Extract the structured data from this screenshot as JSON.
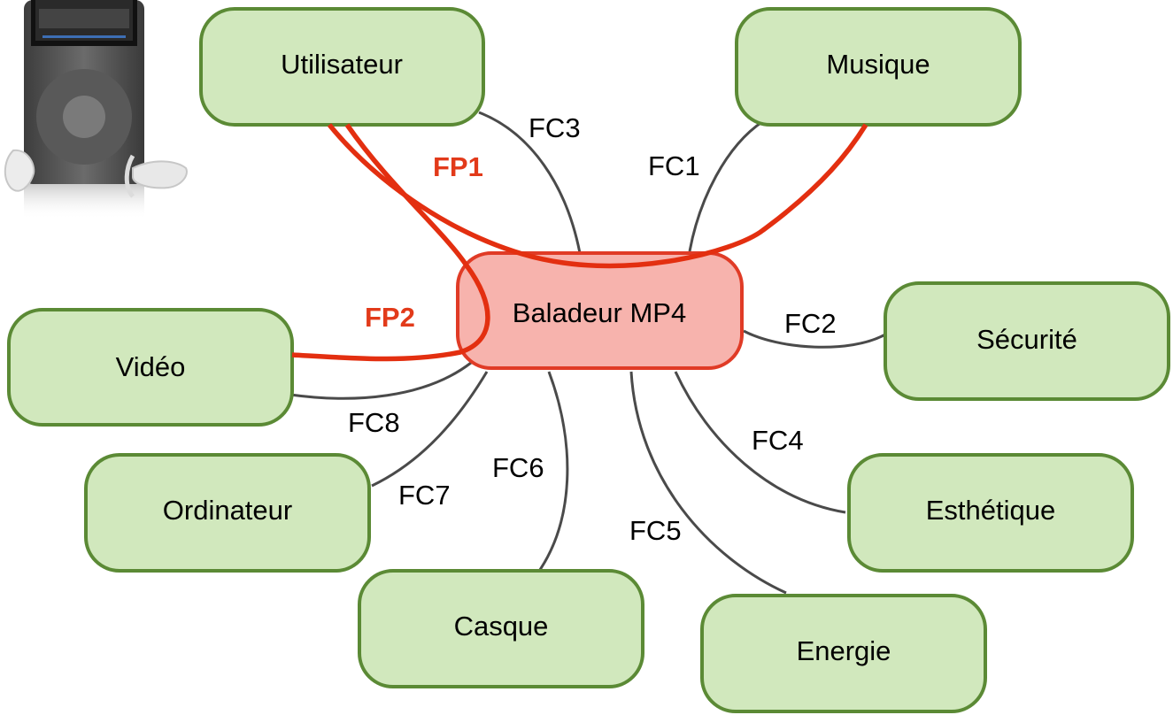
{
  "diagram": {
    "center": "Baladeur MP4",
    "nodes": {
      "utilisateur": "Utilisateur",
      "musique": "Musique",
      "securite": "Sécurité",
      "video": "Vidéo",
      "ordinateur": "Ordinateur",
      "casque": "Casque",
      "energie": "Energie",
      "esthetique": "Esthétique"
    },
    "functions": {
      "fp1": "FP1",
      "fp2": "FP2",
      "fc1": "FC1",
      "fc2": "FC2",
      "fc3": "FC3",
      "fc4": "FC4",
      "fc5": "FC5",
      "fc6": "FC6",
      "fc7": "FC7",
      "fc8": "FC8"
    },
    "colors": {
      "node_fill": "#d1e8bd",
      "node_border": "#5b8a35",
      "center_fill": "#f7b3ad",
      "center_border": "#e03b26",
      "principal_function": "#e32f10",
      "constraint_function": "#4a4a4a"
    },
    "image": "mp4-player-with-earphones"
  }
}
